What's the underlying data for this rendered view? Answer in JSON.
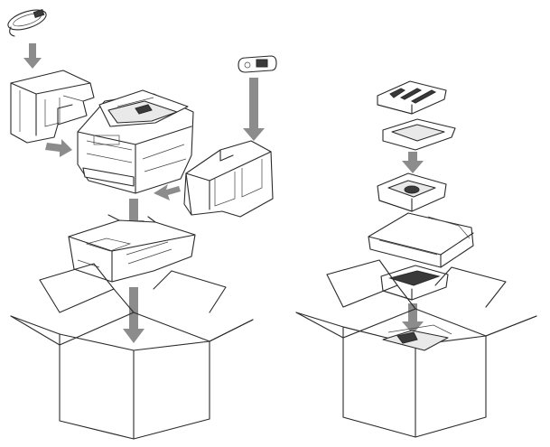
{
  "diagram": {
    "colors": {
      "line": "#2a2a2a",
      "arrow": "#8c8c8c",
      "background": "#ffffff"
    },
    "left_assembly": {
      "items": [
        "cord-bundle",
        "left-foam-cushion",
        "fax-machine",
        "phone-cord",
        "right-foam-cushion",
        "bottom-foam-tray",
        "open-box"
      ]
    },
    "right_assembly": {
      "items": [
        "document-tray",
        "paper-tray-cover",
        "drum-cartridge",
        "cardboard-tray",
        "toner-cartridge",
        "open-box"
      ]
    }
  }
}
